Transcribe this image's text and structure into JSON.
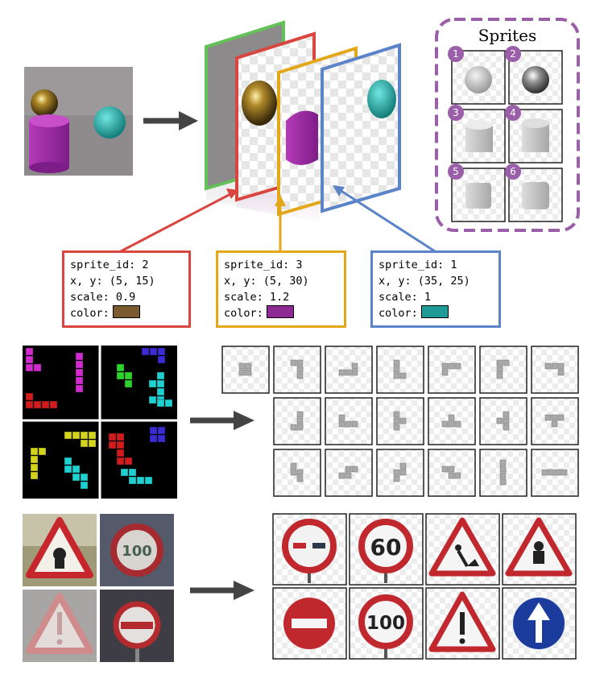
{
  "sprites_panel": {
    "title": "Sprites",
    "numbers": [
      "1",
      "2",
      "3",
      "4",
      "5",
      "6"
    ]
  },
  "params": [
    {
      "sprite_id_label": "sprite_id: 2",
      "pos_label": "x, y: (5, 15)",
      "scale_label": "scale: 0.9",
      "color_label": "color:",
      "color": "#7a5a2e",
      "border": "#d9453f"
    },
    {
      "sprite_id_label": "sprite_id: 3",
      "pos_label": "x, y: (5, 30)",
      "scale_label": "scale: 1.2",
      "color_label": "color:",
      "color": "#8e2a93",
      "border": "#e2a81a"
    },
    {
      "sprite_id_label": "sprite_id: 1",
      "pos_label": "x, y: (35, 25)",
      "scale_label": "scale: 1",
      "color_label": "color:",
      "color": "#1f9a96",
      "border": "#5b84c8"
    }
  ],
  "colors": {
    "layer_green": "#63c257",
    "layer_red": "#d9453f",
    "layer_yellow": "#e2a81a",
    "layer_blue": "#5b84c8",
    "sprites_border": "#9b5ea8",
    "arrow": "#444444"
  }
}
